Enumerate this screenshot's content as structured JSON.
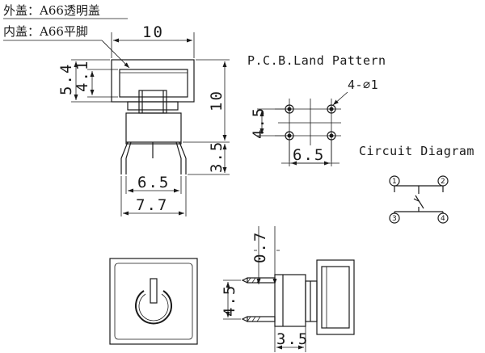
{
  "labels": {
    "outer_cap": "外盖：A66透明盖",
    "inner_cap": "内盖：A66平脚",
    "pcb_title": "P.C.B.Land Pattern",
    "circuit_title": "Circuit Diagram",
    "hole_spec": "4-⌀1"
  },
  "dimensions": {
    "cap_width": "10",
    "cap_height_outer": "5.4",
    "cap_height_inner": "4.1",
    "total_height": "10",
    "leg_height": "3.5",
    "leg_span_inner": "6.5",
    "leg_span_outer": "7.7",
    "pcb_vertical": "4.5",
    "pcb_horizontal": "6.5",
    "side_gap": "0.7",
    "side_pin_pitch": "4.5",
    "side_depth": "3.5"
  },
  "circuit": {
    "pins": [
      "1",
      "2",
      "3",
      "4"
    ]
  }
}
